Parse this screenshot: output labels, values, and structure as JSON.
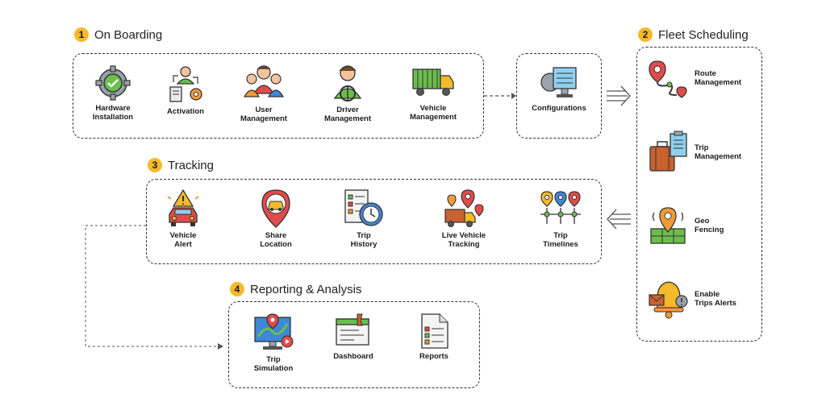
{
  "sections": {
    "onboarding": {
      "number": "1",
      "title": "On Boarding",
      "items": [
        {
          "label": "Hardware\nInstallation",
          "icon": "gear-check-icon"
        },
        {
          "label": "Activation",
          "icon": "activation-icon"
        },
        {
          "label": "User\nManagement",
          "icon": "users-icon"
        },
        {
          "label": "Driver\nManagement",
          "icon": "driver-icon"
        },
        {
          "label": "Vehicle\nManagement",
          "icon": "truck-icon"
        }
      ]
    },
    "configurations": {
      "label": "Configurations",
      "icon": "configuration-monitor-icon"
    },
    "fleet": {
      "number": "2",
      "title": "Fleet Scheduling",
      "items": [
        {
          "label": "Route\nManagement",
          "icon": "route-icon"
        },
        {
          "label": "Trip\nManagement",
          "icon": "suitcase-clipboard-icon"
        },
        {
          "label": "Geo\nFencing",
          "icon": "geofence-icon"
        },
        {
          "label": "Enable\nTrips Alerts",
          "icon": "bell-alert-icon"
        }
      ]
    },
    "tracking": {
      "number": "3",
      "title": "Tracking",
      "items": [
        {
          "label": "Vehicle\nAlert",
          "icon": "car-alert-icon"
        },
        {
          "label": "Share\nLocation",
          "icon": "location-pin-car-icon"
        },
        {
          "label": "Trip\nHistory",
          "icon": "checklist-clock-icon"
        },
        {
          "label": "Live Vehicle\nTracking",
          "icon": "live-tracking-truck-icon"
        },
        {
          "label": "Trip\nTimelines",
          "icon": "timeline-pins-icon"
        }
      ]
    },
    "reporting": {
      "number": "4",
      "title": "Reporting & Analysis",
      "items": [
        {
          "label": "Trip\nSimulation",
          "icon": "map-monitor-icon"
        },
        {
          "label": "Dashboard",
          "icon": "dashboard-window-icon"
        },
        {
          "label": "Reports",
          "icon": "report-document-icon"
        }
      ]
    }
  },
  "colors": {
    "badge": "#f6b92b",
    "green": "#6abf4b",
    "red": "#e14b4b",
    "orange": "#f29a38",
    "blue": "#3f87d8",
    "dark": "#333333"
  }
}
